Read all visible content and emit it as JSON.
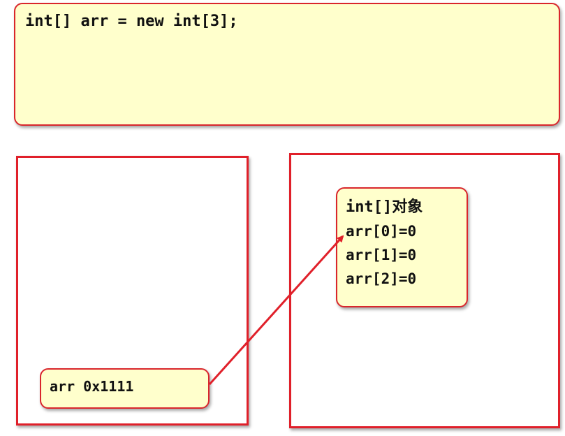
{
  "code": {
    "line": "int[] arr = new int[3];"
  },
  "stack": {
    "variable": "arr 0x1111"
  },
  "heap": {
    "object": {
      "title": "int[]对象",
      "elements": [
        "arr[0]=0",
        "arr[1]=0",
        "arr[2]=0"
      ]
    }
  },
  "colors": {
    "border": "#e0202a",
    "note_fill": "#ffffcc",
    "arrow": "#e0202a"
  }
}
